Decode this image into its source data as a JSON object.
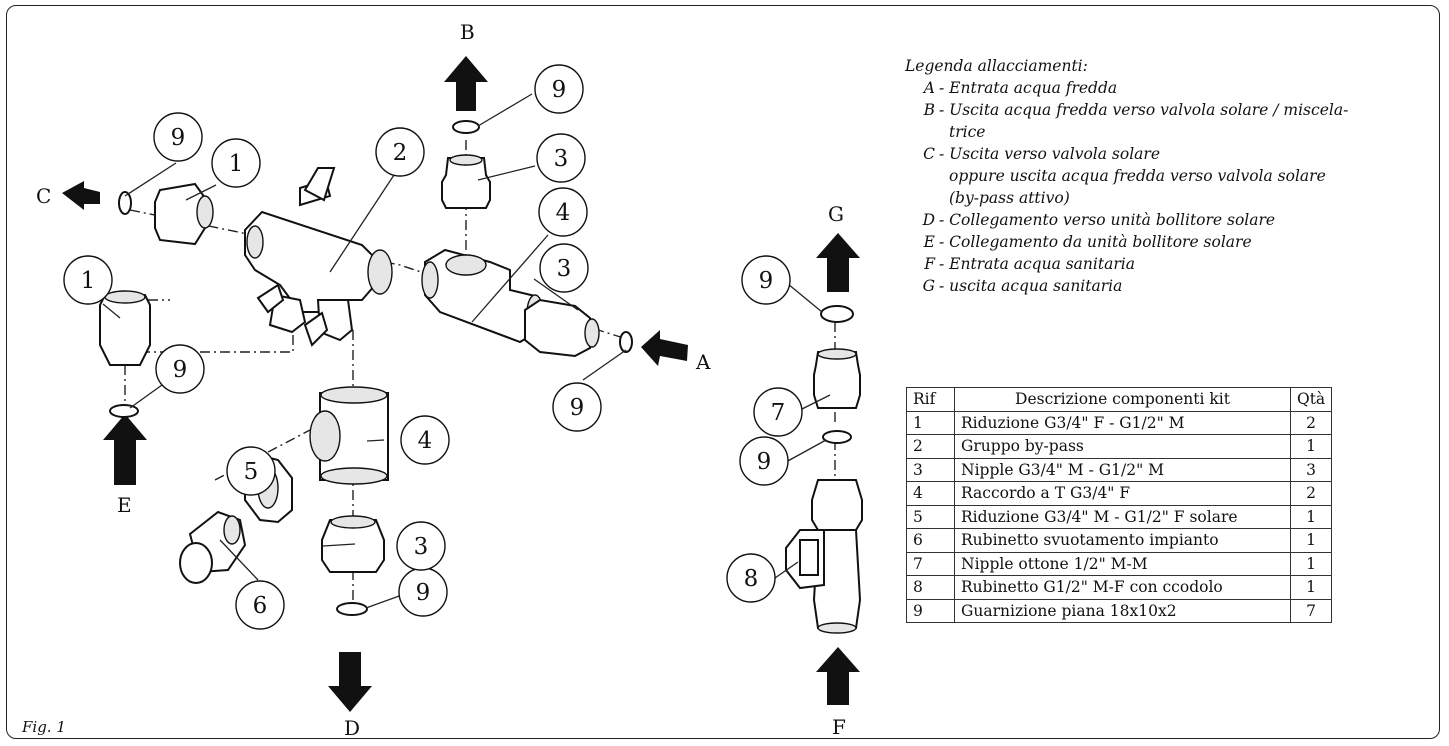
{
  "figure_label": "Fig. 1",
  "arrow_labels": {
    "A": "A",
    "B": "B",
    "C": "C",
    "D": "D",
    "E": "E",
    "F": "F",
    "G": "G"
  },
  "callouts": [
    {
      "id": "c9a",
      "text": "9"
    },
    {
      "id": "c1a",
      "text": "1"
    },
    {
      "id": "c2",
      "text": "2"
    },
    {
      "id": "c9b",
      "text": "9"
    },
    {
      "id": "c3a",
      "text": "3"
    },
    {
      "id": "c4a",
      "text": "4"
    },
    {
      "id": "c3b",
      "text": "3"
    },
    {
      "id": "c1b",
      "text": "1"
    },
    {
      "id": "c9c",
      "text": "9"
    },
    {
      "id": "c5",
      "text": "5"
    },
    {
      "id": "c4b",
      "text": "4"
    },
    {
      "id": "c9d",
      "text": "9"
    },
    {
      "id": "c3c",
      "text": "3"
    },
    {
      "id": "c6",
      "text": "6"
    },
    {
      "id": "c9e",
      "text": "9"
    },
    {
      "id": "c9f",
      "text": "9"
    },
    {
      "id": "c7",
      "text": "7"
    },
    {
      "id": "c9g",
      "text": "9"
    },
    {
      "id": "c8",
      "text": "8"
    }
  ],
  "legend": {
    "title": "Legenda allacciamenti:",
    "items": [
      {
        "code": "A",
        "lines": [
          "- Entrata acqua fredda"
        ]
      },
      {
        "code": "B",
        "lines": [
          "- Uscita acqua fredda verso valvola solare / miscela-",
          "trice"
        ]
      },
      {
        "code": "C",
        "lines": [
          "- Uscita verso valvola solare",
          "oppure uscita acqua fredda verso valvola solare",
          "(by-pass attivo)"
        ]
      },
      {
        "code": "D",
        "lines": [
          "- Collegamento verso unità bollitore solare"
        ]
      },
      {
        "code": "E",
        "lines": [
          "- Collegamento da unità bollitore solare"
        ]
      },
      {
        "code": "F",
        "lines": [
          "- Entrata acqua sanitaria"
        ]
      },
      {
        "code": "G",
        "lines": [
          "- uscita acqua sanitaria"
        ]
      }
    ]
  },
  "parts_table": {
    "headers": [
      "Rif",
      "Descrizione componenti kit",
      "Qtà"
    ],
    "rows": [
      [
        "1",
        "Riduzione G3/4\" F - G1/2\" M",
        "2"
      ],
      [
        "2",
        "Gruppo by-pass",
        "1"
      ],
      [
        "3",
        "Nipple G3/4\" M - G1/2\" M",
        "3"
      ],
      [
        "4",
        "Raccordo a T G3/4\" F",
        "2"
      ],
      [
        "5",
        "Riduzione G3/4\" M - G1/2\" F solare",
        "1"
      ],
      [
        "6",
        "Rubinetto svuotamento impianto",
        "1"
      ],
      [
        "7",
        "Nipple ottone 1/2\" M-M",
        "1"
      ],
      [
        "8",
        "Rubinetto G1/2\" M-F con ccodolo",
        "1"
      ],
      [
        "9",
        "Guarnizione piana 18x10x2",
        "7"
      ]
    ]
  }
}
